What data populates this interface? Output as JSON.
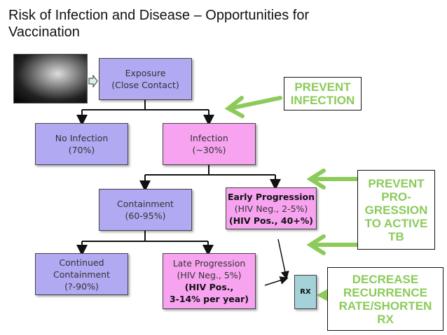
{
  "title": "Risk of Infection and Disease – Opportunities for Vaccination",
  "nodes": {
    "exposure": [
      "Exposure",
      "(Close Contact)"
    ],
    "no_infection": [
      "No Infection",
      "(70%)"
    ],
    "infection": [
      "Infection",
      "(~30%)"
    ],
    "containment": [
      "Containment",
      "(60-95%)"
    ],
    "early": [
      "Early Progression",
      "(HIV Neg., 2-5%)",
      "(HIV Pos., 40+%)"
    ],
    "continued": [
      "Continued",
      "Containment",
      "(?-90%)"
    ],
    "late": [
      "Late Progression",
      "(HIV Neg., 5%)",
      "(HIV Pos.,",
      "3-14% per year)"
    ],
    "rx": "RX"
  },
  "callouts": {
    "prevent_infection": [
      "PREVENT",
      "INFECTION"
    ],
    "prevent_progression": [
      "PREVENT",
      "PRO-",
      "GRESSION",
      "TO ACTIVE",
      "TB"
    ],
    "decrease": [
      "DECREASE",
      "RECURRENCE",
      "RATE/SHORTEN",
      "RX"
    ]
  },
  "colors": {
    "lavender": "#b1a9f2",
    "pink": "#f7a3f0",
    "rx": "#a3d3d9",
    "green": "#8ccb5a"
  }
}
